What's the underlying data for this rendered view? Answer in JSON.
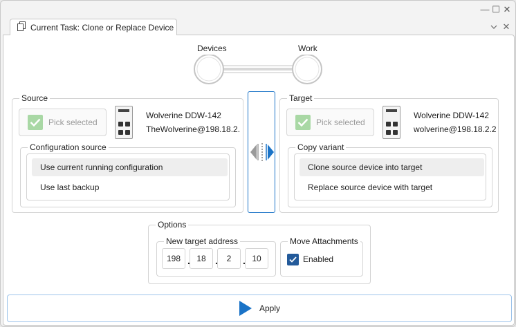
{
  "tab": {
    "title": "Current Task: Clone or Replace Device",
    "icon": "copy-document-icon"
  },
  "window_controls": {
    "minimize": "—",
    "maximize": "☐",
    "close": "✕"
  },
  "tab_controls": {
    "dropdown": "⌄",
    "close": "✕"
  },
  "steps": [
    {
      "label": "Devices"
    },
    {
      "label": "Work"
    }
  ],
  "source": {
    "title": "Source",
    "pick_label": "Pick selected",
    "device_name": "Wolverine DDW-142",
    "device_address": "TheWolverine@198.18.2.",
    "config_group_title": "Configuration source",
    "options": [
      {
        "label": "Use current running configuration",
        "selected": true
      },
      {
        "label": "Use last backup",
        "selected": false
      }
    ]
  },
  "target": {
    "title": "Target",
    "pick_label": "Pick selected",
    "device_name": "Wolverine DDW-142",
    "device_address": "wolverine@198.18.2.2",
    "variant_group_title": "Copy variant",
    "options": [
      {
        "label": "Clone source device into target",
        "selected": true
      },
      {
        "label": "Replace source device with target",
        "selected": false
      }
    ]
  },
  "options": {
    "title": "Options",
    "address_group_title": "New target address",
    "address_octets": [
      "198",
      "18",
      "2",
      "10"
    ],
    "attachments_group_title": "Move Attachments",
    "enabled_label": "Enabled",
    "enabled_checked": true
  },
  "apply": {
    "label": "Apply"
  },
  "colors": {
    "accent": "#1a73c7",
    "check_green": "#a9d8a5",
    "checkbox_blue": "#235a9a",
    "apply_border": "#9cc3ea"
  }
}
